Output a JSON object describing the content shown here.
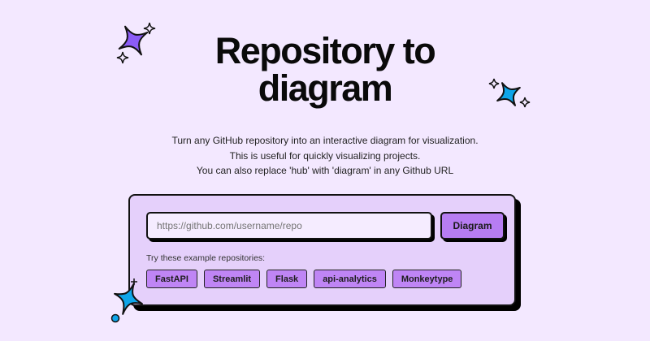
{
  "header": {
    "title_line1": "Repository to",
    "title_line2": "diagram",
    "description_line1": "Turn any GitHub repository into an interactive diagram for visualization.",
    "description_line2": "This is useful for quickly visualizing projects.",
    "tip": "You can also replace 'hub' with 'diagram' in any Github URL"
  },
  "form": {
    "input_placeholder": "https://github.com/username/repo",
    "input_value": "",
    "submit_label": "Diagram",
    "examples_label": "Try these example repositories:",
    "examples": [
      "FastAPI",
      "Streamlit",
      "Flask",
      "api-analytics",
      "Monkeytype"
    ]
  },
  "colors": {
    "background": "#f3e8ff",
    "card": "#e5d0fb",
    "button": "#b77df2",
    "chip": "#bf85f5",
    "sparkle_purple": "#8b5cf6",
    "sparkle_blue": "#0ea5e9"
  }
}
